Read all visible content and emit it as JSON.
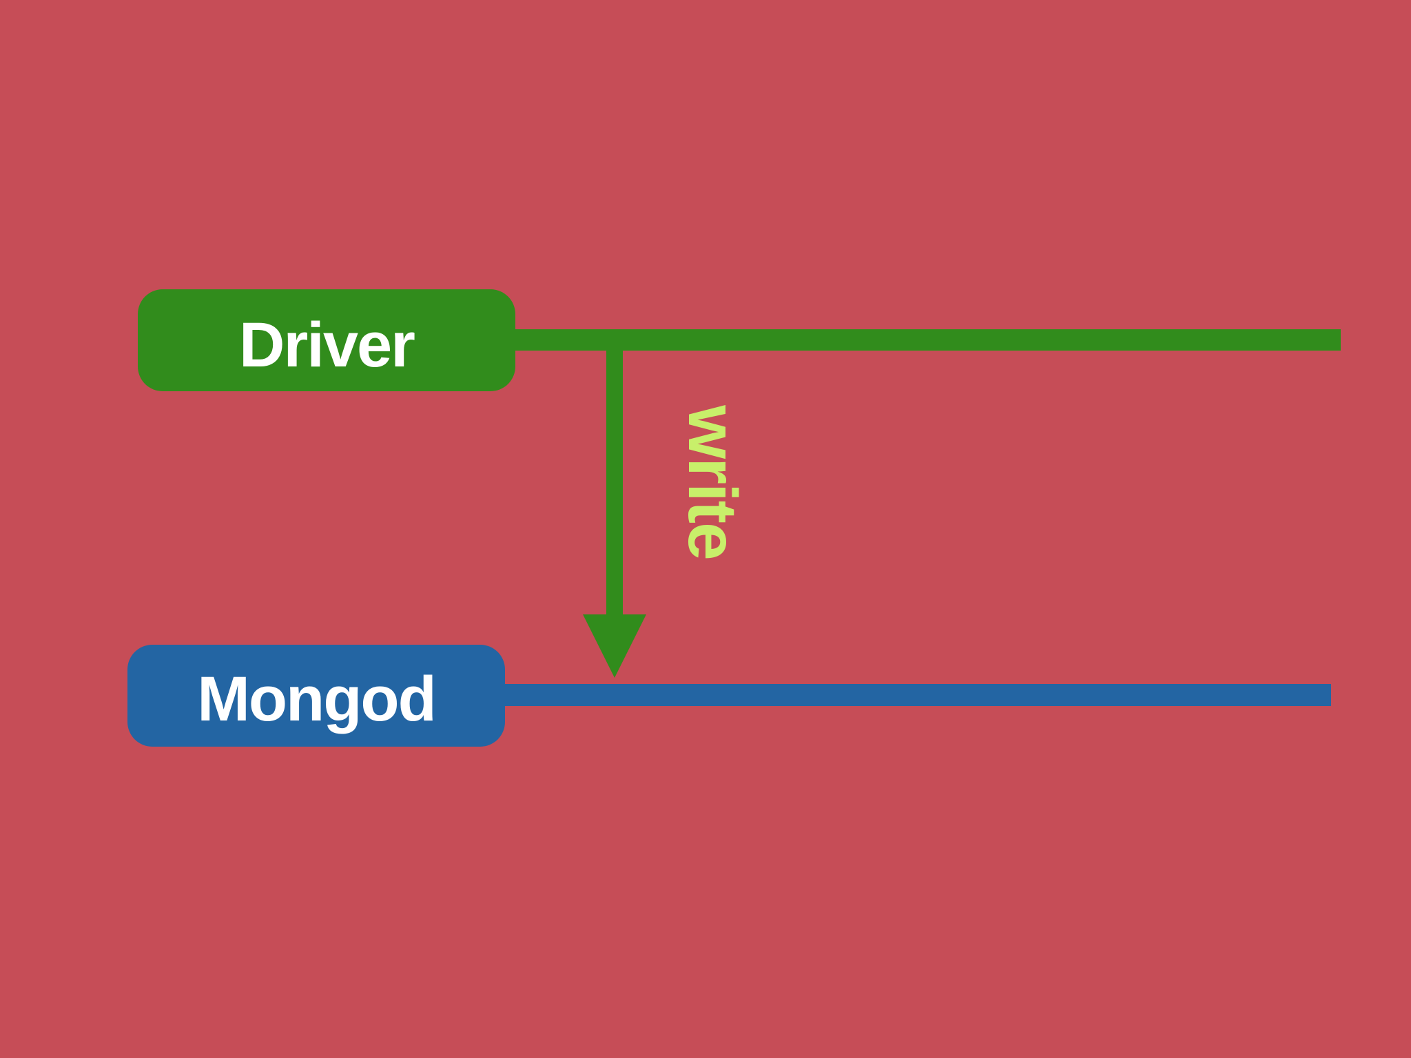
{
  "colors": {
    "background": "#c64d57",
    "driver": "#318c1c",
    "mongod": "#2365a3",
    "write_label": "#c8ef6a"
  },
  "diagram": {
    "nodes": [
      {
        "id": "driver",
        "label": "Driver"
      },
      {
        "id": "mongod",
        "label": "Mongod"
      }
    ],
    "edges": [
      {
        "from": "driver",
        "to": "mongod",
        "label": "write"
      }
    ]
  }
}
